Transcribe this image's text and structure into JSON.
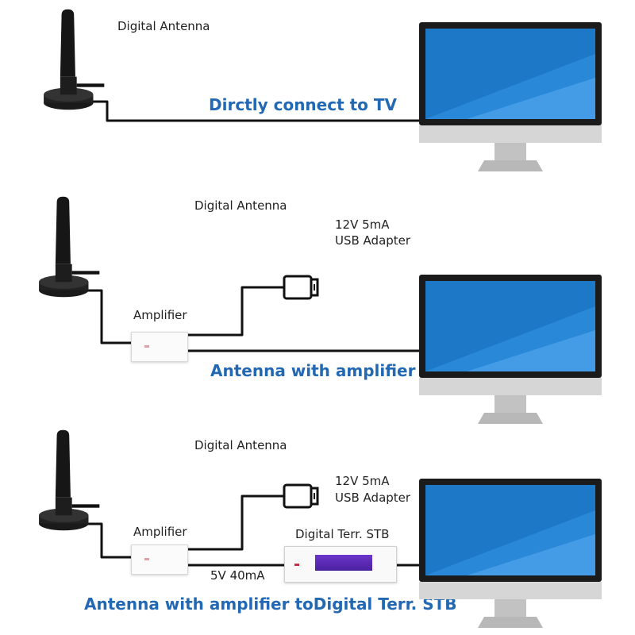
{
  "colors": {
    "title_blue": "#2268b3",
    "wire": "#111111",
    "screen_blue": "#1e78c8",
    "bezel": "#1b1b1b",
    "stand": "#c9c9c9"
  },
  "icons": {
    "antenna": "antenna-icon",
    "amplifier": "amplifier-icon",
    "usb": "usb-plug-icon",
    "stb": "set-top-box-icon",
    "monitor": "monitor-icon"
  },
  "panel1": {
    "antenna_label": "Digital Antenna",
    "title": "Dirctly connect to TV"
  },
  "panel2": {
    "antenna_label": "Digital Antenna",
    "adapter_power": "12V 5mA",
    "adapter_label": "USB Adapter",
    "amplifier_label": "Amplifier",
    "title": "Antenna with amplifier"
  },
  "panel3": {
    "antenna_label": "Digital Antenna",
    "adapter_power": "12V 5mA",
    "adapter_label": "USB Adapter",
    "amplifier_label": "Amplifier",
    "stb_label": "Digital Terr. STB",
    "amp_output": "5V 40mA",
    "title": "Antenna with amplifier toDigital Terr. STB"
  }
}
